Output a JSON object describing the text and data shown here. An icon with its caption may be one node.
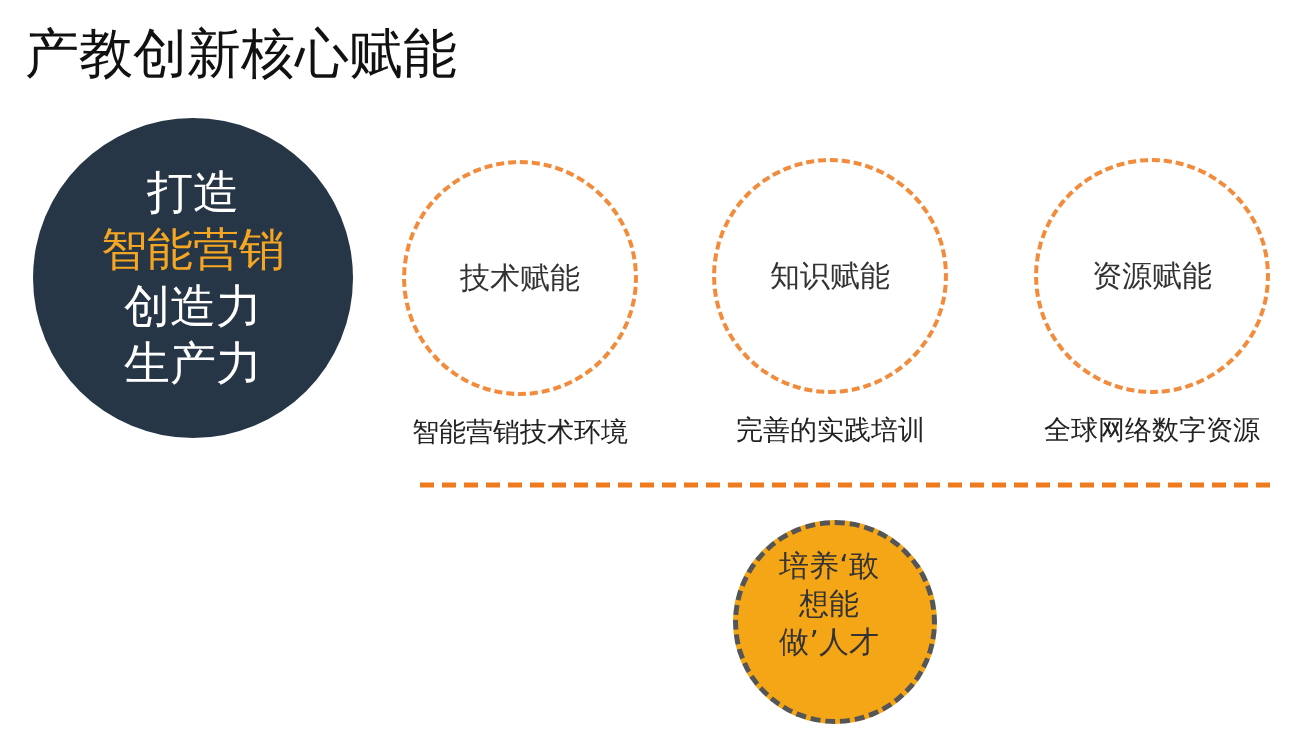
{
  "diagram": {
    "title": "产教创新核心赋能",
    "nodes": [
      {
        "text": [
          "打造",
          "智能营销",
          "创造力",
          "生产力"
        ]
      },
      {
        "text": [
          "技术赋能"
        ],
        "beside": [
          "智能营销技术环境"
        ]
      },
      {
        "text": [
          "知识赋能"
        ],
        "beside": [
          "完善的实践培训"
        ]
      },
      {
        "text": [
          "资源赋能"
        ],
        "beside": [
          "全球网络数字资源"
        ]
      },
      {
        "text": [
          "培养‘敢想能做’人才"
        ]
      }
    ],
    "edges": []
  }
}
